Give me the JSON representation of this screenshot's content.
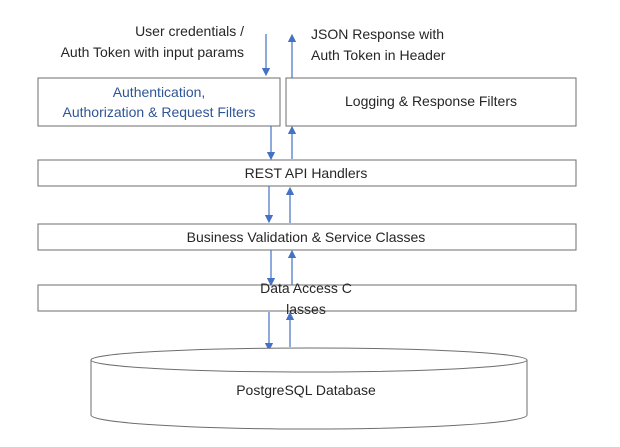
{
  "input_label": {
    "line1": "User credentials /",
    "line2": "Auth Token with input params"
  },
  "output_label": {
    "line1": "JSON Response with",
    "line2": "Auth Token in Header"
  },
  "layers": {
    "auth_filters": {
      "line1": "Authentication,",
      "line2": "Authorization & Request Filters"
    },
    "logging_filters": "Logging & Response Filters",
    "rest_handlers": "REST API Handlers",
    "business_services": "Business Validation & Service Classes",
    "data_access": {
      "line1": "Data Access C",
      "line2": "lasses"
    }
  },
  "database": {
    "label": "PostgreSQL Database"
  },
  "colors": {
    "arrow": "#4472c4",
    "box_border": "#6d6d6d",
    "text": "#262626",
    "accent_text": "#2f5597"
  }
}
